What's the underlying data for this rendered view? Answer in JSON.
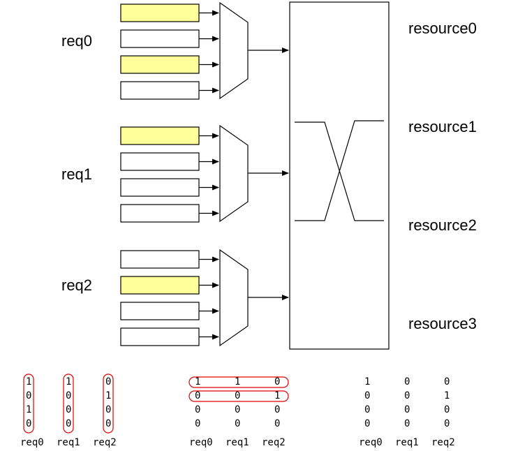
{
  "colors": {
    "stroke": "#000000",
    "active_box_fill": "#ffff99",
    "inactive_box_fill": "#ffffff",
    "highlight_outline": "#e00000"
  },
  "requests": [
    {
      "label": "req0",
      "boxes": [
        true,
        false,
        true,
        false
      ]
    },
    {
      "label": "req1",
      "boxes": [
        true,
        false,
        false,
        false
      ]
    },
    {
      "label": "req2",
      "boxes": [
        false,
        true,
        false,
        false
      ]
    }
  ],
  "resources": [
    "resource0",
    "resource1",
    "resource2",
    "resource3"
  ],
  "matrices": [
    {
      "columns": [
        "req0",
        "req1",
        "req2"
      ],
      "rows": [
        [
          "1",
          "1",
          "0"
        ],
        [
          "0",
          "0",
          "1"
        ],
        [
          "1",
          "0",
          "0"
        ],
        [
          "0",
          "0",
          "0"
        ]
      ],
      "highlight": "columns"
    },
    {
      "columns": [
        "req0",
        "req1",
        "req2"
      ],
      "rows": [
        [
          "1",
          "1",
          "0"
        ],
        [
          "0",
          "0",
          "1"
        ],
        [
          "0",
          "0",
          "0"
        ],
        [
          "0",
          "0",
          "0"
        ]
      ],
      "highlight": "rows-0-1"
    },
    {
      "columns": [
        "req0",
        "req1",
        "req2"
      ],
      "rows": [
        [
          "1",
          "0",
          "0"
        ],
        [
          "0",
          "0",
          "1"
        ],
        [
          "0",
          "0",
          "0"
        ],
        [
          "0",
          "0",
          "0"
        ]
      ],
      "highlight": "none"
    }
  ]
}
